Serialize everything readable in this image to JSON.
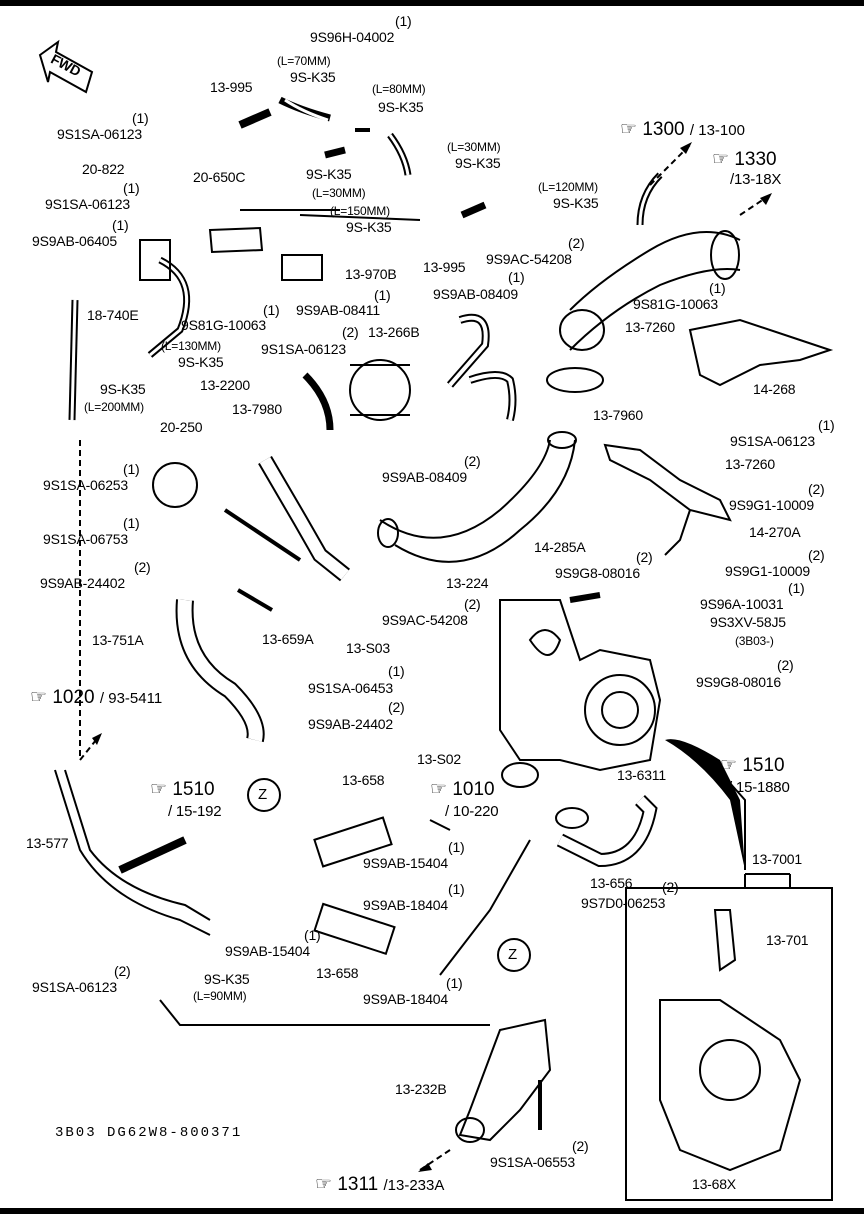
{
  "diagram": {
    "direction_label": "FWD",
    "drawing_number": "3B03  DG62W8-800371",
    "parts": {
      "p9S96H": "9S96H-04002",
      "p9S96H_qty": "(1)",
      "l70": "(L=70MM)",
      "k35_a": "9S-K35",
      "l80": "(L=80MM)",
      "k35_b": "9S-K35",
      "p13995a": "13-995",
      "p9S1SA_06123a_qty": "(1)",
      "p9S1SA_06123a": "9S1SA-06123",
      "p20822": "20-822",
      "p20650C": "20-650C",
      "p9S1SA_06123b_qty": "(1)",
      "p9S1SA_06123b": "9S1SA-06123",
      "p9S9AB_06405_qty": "(1)",
      "p9S9AB_06405": "9S9AB-06405",
      "k35_c": "9S-K35",
      "l30a": "(L=30MM)",
      "l150": "(L=150MM)",
      "k35_d": "9S-K35",
      "l30b": "(L=30MM)",
      "k35_e": "9S-K35",
      "p13995b": "13-995",
      "p9S9AC_54208a_qty": "(2)",
      "p9S9AC_54208a": "9S9AC-54208",
      "p13970B": "13-970B",
      "l120": "(L=120MM)",
      "k35_f": "9S-K35",
      "p18740E": "18-740E",
      "p9S81G_10063a": "9S81G-10063",
      "p9S9AB_08411_qty": "(1)",
      "p9S9AB_08411": "9S9AB-08411",
      "p9S9AB_08409a_qty": "(1)",
      "p9S9AB_08409a": "9S9AB-08409",
      "p9S81G_10063b_qty": "(1)",
      "p9S81G_10063b": "9S81G-10063",
      "p9S9AB_dup_qty": "(1)",
      "p13266B_qty": "(2)",
      "p13266B": "13-266B",
      "l130": "(L=130MM)",
      "k35_g": "9S-K35",
      "p9S1SA_06123c": "9S1SA-06123",
      "p13_7260a": "13-7260",
      "p13_2200": "13-2200",
      "k35_h": "9S-K35",
      "l200": "(L=200MM)",
      "p13_7980": "13-7980",
      "p14268": "14-268",
      "p13_7960": "13-7960",
      "p9S1SA_06123d_qty": "(1)",
      "p9S1SA_06123d": "9S1SA-06123",
      "p20250": "20-250",
      "p13_7260b": "13-7260",
      "p9S9AB_08409b_qty": "(2)",
      "p9S9AB_08409b": "9S9AB-08409",
      "p9S1SA_06253_qty": "(1)",
      "p9S1SA_06253": "9S1SA-06253",
      "p9S9G1_10009a_qty": "(2)",
      "p9S9G1_10009a": "9S9G1-10009",
      "p14270A": "14-270A",
      "p9S1SA_06753_qty": "(1)",
      "p9S1SA_06753": "9S1SA-06753",
      "p14285A": "14-285A",
      "p9S9G8_08016a_qty": "(2)",
      "p9S9G8_08016a": "9S9G8-08016",
      "p9S9G1_10009b_qty": "(2)",
      "p9S9G1_10009b": "9S9G1-10009",
      "p9S9AB_24402a_qty": "(2)",
      "p9S9AB_24402a": "9S9AB-24402",
      "p13224": "13-224",
      "p9S96A_qty": "(1)",
      "p9S96A": "9S96A-10031",
      "p9S3XV": "9S3XV-58J5",
      "p3B03": "(3B03-)",
      "p9S9AC_54208b_qty": "(2)",
      "p9S9AC_54208b": "9S9AC-54208",
      "p13751A": "13-751A",
      "p13659A": "13-659A",
      "p13S03": "13-S03",
      "p9S9G8_08016b_qty": "(2)",
      "p9S9G8_08016b": "9S9G8-08016",
      "p9S1SA_06453_qty": "(1)",
      "p9S1SA_06453": "9S1SA-06453",
      "p9S9AB_24402b_qty": "(2)",
      "p9S9AB_24402b": "9S9AB-24402",
      "p13S02": "13-S02",
      "p13_6311": "13-6311",
      "p13658a": "13-658",
      "p13577": "13-577",
      "p9S9AB_15404a_qty": "(1)",
      "p9S9AB_15404a": "9S9AB-15404",
      "p9S9AB_18404a_qty": "(1)",
      "p9S9AB_18404a": "9S9AB-18404",
      "p13656": "13-656",
      "p9S7D0_qty": "(2)",
      "p9S7D0": "9S7D0-06253",
      "p13_7001": "13-7001",
      "p13_701": "13-701",
      "p9S9AB_15404b": "9S9AB-15404",
      "p9S9AB_15404b_qty": "(1)",
      "p13658b": "13-658",
      "p9S1SA_06123e_qty": "(2)",
      "p9S1SA_06123e": "9S1SA-06123",
      "k35_i": "9S-K35",
      "l90": "(L=90MM)",
      "p9S9AB_18404b_qty": "(1)",
      "p9S9AB_18404b": "9S9AB-18404",
      "p13232B": "13-232B",
      "p9S1SA_06553_qty": "(2)",
      "p9S1SA_06553": "9S1SA-06553",
      "p13_68X": "13-68X",
      "z_a": "Z",
      "z_b": "Z"
    },
    "refs": [
      {
        "main": "1300",
        "sub": "13-100"
      },
      {
        "main": "1330",
        "sub": "/13-18X"
      },
      {
        "main": "1020",
        "sub": "93-5411"
      },
      {
        "main": "1510",
        "sub": "/ 15-192"
      },
      {
        "main": "1010",
        "sub": "/ 10-220"
      },
      {
        "main": "1510",
        "sub": "/ 15-1880"
      },
      {
        "main": "1311",
        "sub": "13-233A"
      }
    ]
  }
}
